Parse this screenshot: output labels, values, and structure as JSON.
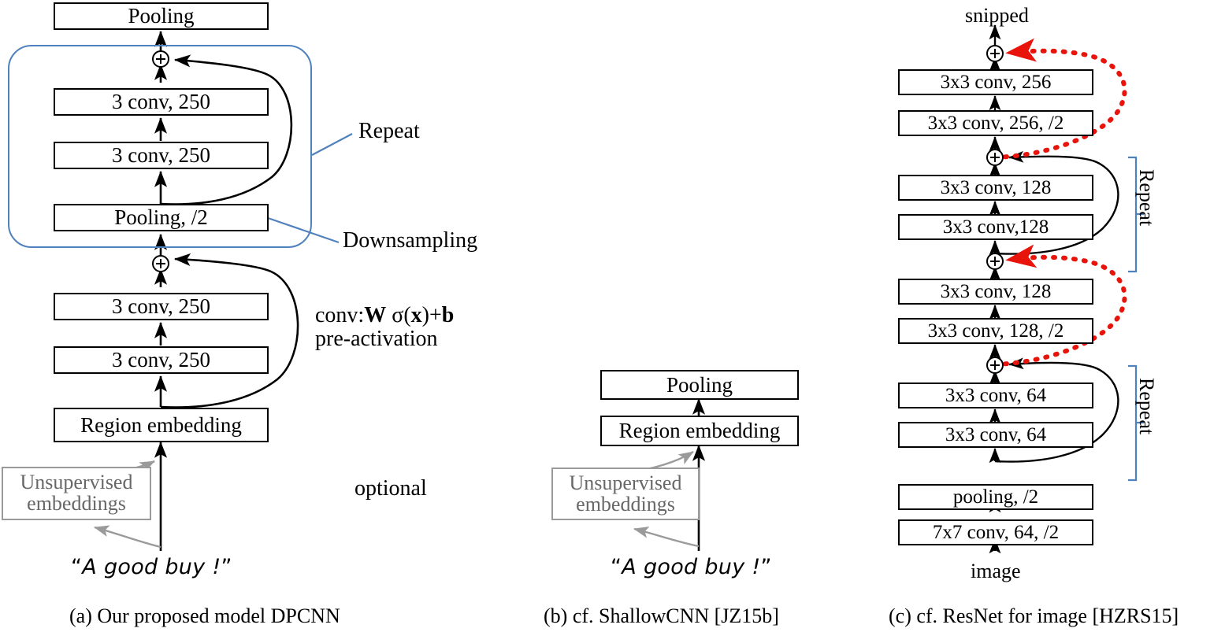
{
  "figure": {
    "title": "DPCNN architecture comparison figure",
    "colors": {
      "accent_blue": "#4f81bd",
      "shortcut_red": "#e8140c",
      "gray_embedding": "#9a9a9a",
      "line_black": "#000000"
    }
  },
  "panel_a": {
    "caption": "(a)  Our proposed model DPCNN",
    "boxes": [
      {
        "label": "Pooling"
      },
      {
        "label": "3 conv, 250"
      },
      {
        "label": "3 conv, 250"
      },
      {
        "label": "Pooling, /2"
      },
      {
        "label": "3 conv, 250"
      },
      {
        "label": "3 conv, 250"
      },
      {
        "label": "Region embedding"
      }
    ],
    "unsupervised_box": {
      "line1": "Unsupervised",
      "line2": "embeddings"
    },
    "input_text": "“A good buy !”",
    "input_text_quote_open": "“",
    "input_text_inner": "A good buy !",
    "input_text_quote_close": "”",
    "annotations": {
      "repeat": "Repeat",
      "downsampling": "Downsampling",
      "conv_formula_line1": "conv:W σ(x)+b",
      "conv_formula_line2": "pre-activation",
      "optional": "optional"
    }
  },
  "panel_b": {
    "caption": "(b)  cf. ShallowCNN [JZ15b]",
    "boxes": [
      {
        "label": "Pooling"
      },
      {
        "label": "Region embedding"
      }
    ],
    "unsupervised_box": {
      "line1": "Unsupervised",
      "line2": "embeddings"
    },
    "input_text": "“A good buy !”",
    "input_text_quote_open": "“",
    "input_text_inner": "A good buy !",
    "input_text_quote_close": "”"
  },
  "panel_c": {
    "caption": "(c)  cf. ResNet for image [HZRS15]",
    "top_label": "snipped",
    "bottom_label": "image",
    "boxes": [
      {
        "label": "3x3 conv, 256"
      },
      {
        "label": "3x3 conv, 256, /2"
      },
      {
        "label": "3x3 conv, 128"
      },
      {
        "label": "3x3 conv,128"
      },
      {
        "label": "3x3 conv, 128"
      },
      {
        "label": "3x3 conv, 128, /2"
      },
      {
        "label": "3x3 conv, 64"
      },
      {
        "label": "3x3 conv, 64"
      },
      {
        "label": "pooling, /2"
      },
      {
        "label": "7x7 conv, 64, /2"
      }
    ],
    "brackets": [
      {
        "label": "Repeat"
      },
      {
        "label": "Repeat"
      }
    ]
  }
}
